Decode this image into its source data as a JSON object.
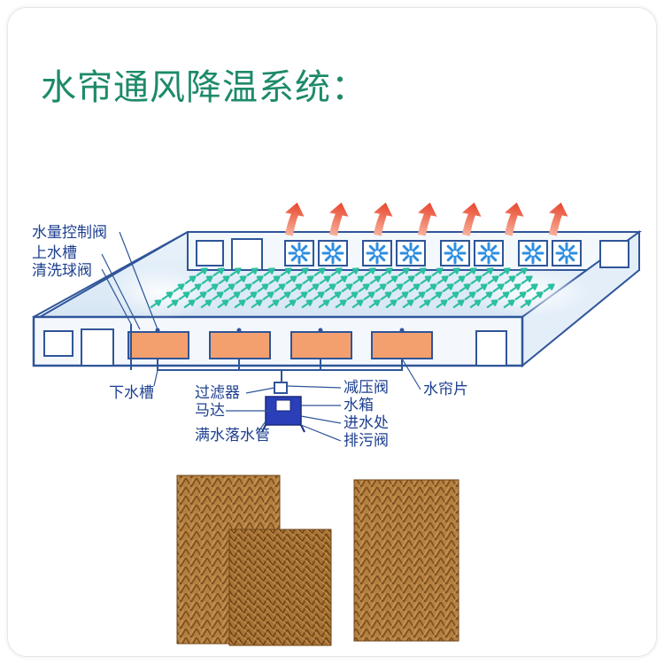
{
  "title": "水帘通风降温系统：",
  "labels": {
    "water_flow_valve": "水量控制阀",
    "upper_trough": "上水槽",
    "flush_ball_valve": "清洗球阀",
    "lower_trough": "下水槽",
    "filter": "过滤器",
    "motor": "马达",
    "overflow_pipe": "满水落水管",
    "pressure_valve": "减压阀",
    "water_tank": "水箱",
    "water_inlet": "进水处",
    "drain_valve": "排污阀",
    "curtain_pad": "水帘片"
  },
  "colors": {
    "title": "#1d8a6a",
    "label": "#1d3f8f",
    "outline": "#2f5599",
    "pad": "#f4a06e",
    "airflow": "#2bbfa0",
    "exhaust": "#e8462e",
    "fan": "#2e8ee0",
    "tank": "#2a3fb8",
    "cardboard": "#b07a3c"
  },
  "icons": {
    "fan": "exhaust-fan-icon",
    "arrow": "airflow-arrow-icon",
    "exhaust": "hot-air-arrow-icon"
  }
}
